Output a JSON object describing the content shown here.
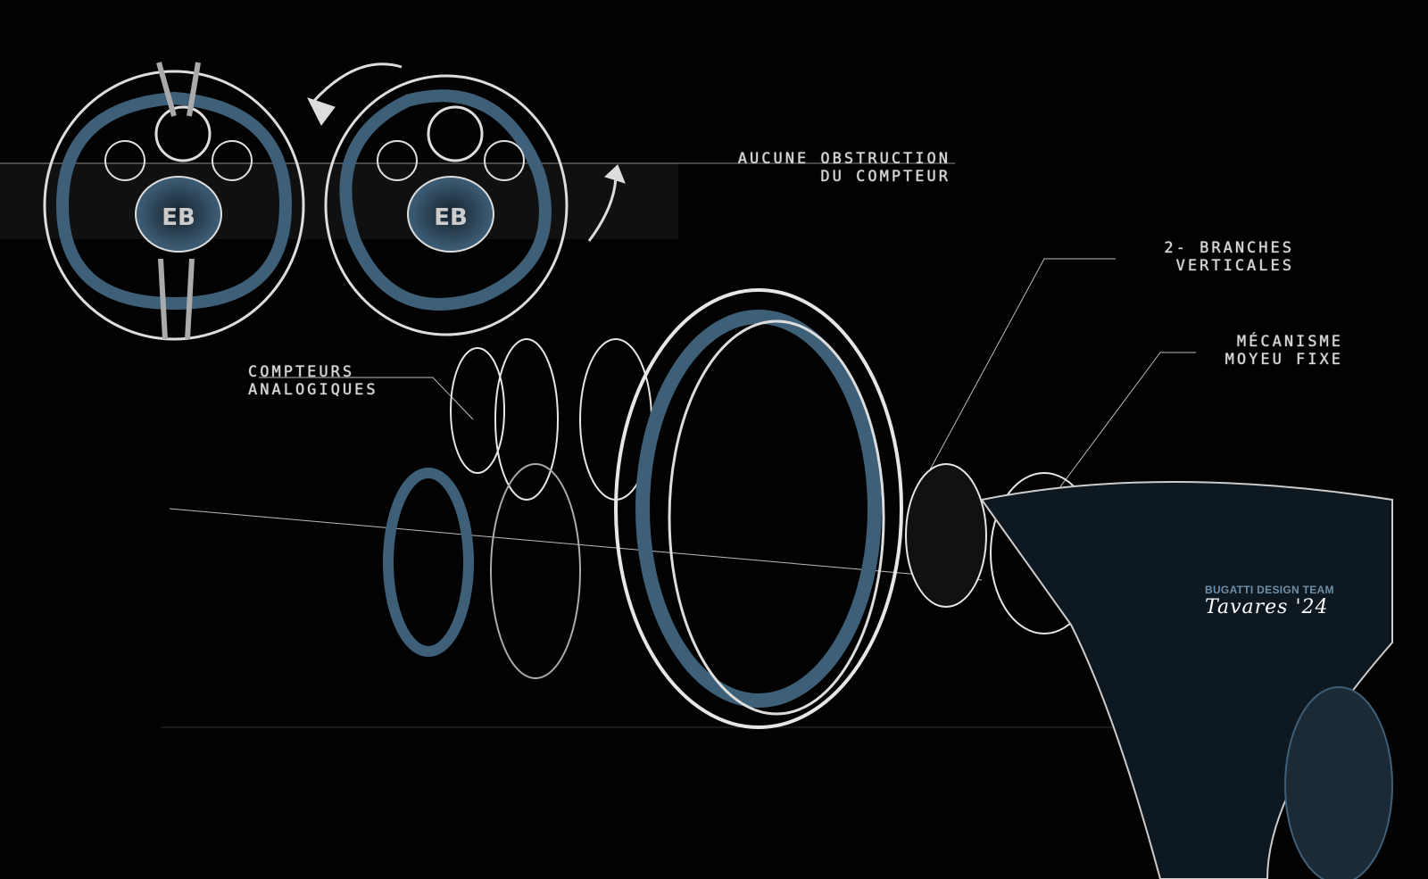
{
  "annotations": {
    "no_obstruction": [
      "Aucune obstruction",
      "du compteur"
    ],
    "two_spokes": [
      "2- branches",
      "verticales"
    ],
    "fixed_hub": [
      "Mécanisme",
      "moyeu fixe"
    ],
    "analog_gauges": [
      "Compteurs",
      "analogiques"
    ]
  },
  "signature": {
    "team": "BUGATTI DESIGN TEAM",
    "artist": "Tavares '24"
  },
  "logo_text": "EB",
  "colors": {
    "background": "#020203",
    "accent": "#3e5f78",
    "sketch": "#e6e6e6"
  }
}
